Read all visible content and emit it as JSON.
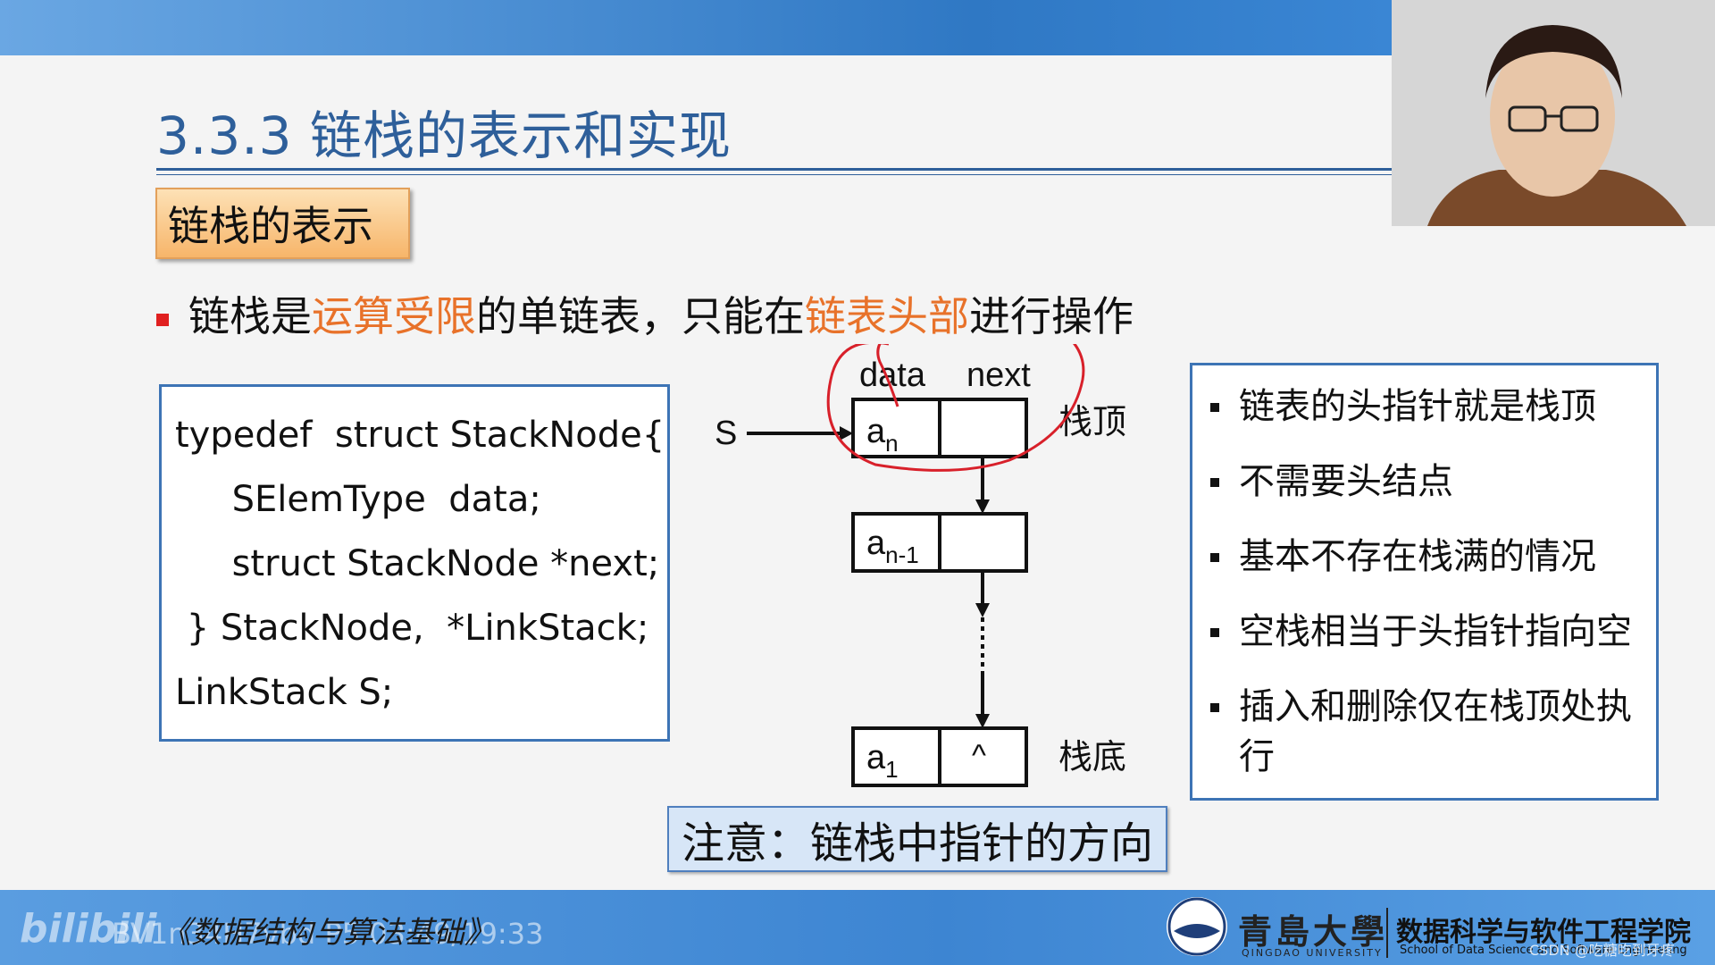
{
  "slide": {
    "title": "3.3.3 链栈的表示和实现",
    "section_tab": "链栈的表示",
    "bullet": {
      "part1": "链栈是",
      "hl1": "运算受限",
      "part2": "的单链表，只能在",
      "hl2": "链表头部",
      "part3": "进行操作"
    },
    "code_lines": [
      "typedef  struct StackNode{",
      "     SElemType  data;",
      "     struct StackNode *next;",
      " } StackNode,  *LinkStack;",
      "LinkStack S;"
    ],
    "diagram": {
      "header_data": "data",
      "header_next": "next",
      "pointer_label": "S",
      "top_node": "a",
      "top_sub": "n",
      "second_node": "a",
      "second_sub": "n-1",
      "bottom_node": "a",
      "bottom_sub": "1",
      "bottom_next": "^",
      "label_top": "栈顶",
      "label_bottom": "栈底"
    },
    "note": "注意：链栈中指针的方向",
    "right_points": [
      "链表的头指针就是栈顶",
      "不需要头结点",
      "基本不存在栈满的情况",
      "空栈相当于头指针指向空",
      "插入和删除仅在栈顶处执行"
    ]
  },
  "footer": {
    "bili_logo": "bilibili",
    "video_id": "BV1n34H7vbd P5 03:49/19:33",
    "book_title": "《数据结构与算法基础》",
    "university_cn": "青島大學",
    "university_en": "QINGDAO UNIVERSITY",
    "school_cn": "数据科学与软件工程学院",
    "school_en": "School of Data Science and Software Engineering",
    "watermark": "CSDN @吃糖吃到牙疼"
  },
  "colors": {
    "title": "#2e5f9a",
    "highlight": "#e8722a",
    "annotation_red": "#d8202a"
  }
}
